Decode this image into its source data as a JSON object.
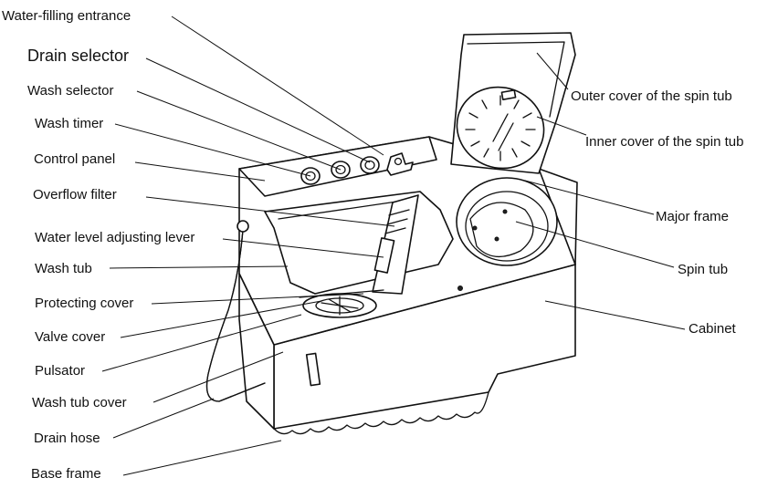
{
  "labels": {
    "water_filling_entrance": "Water-filling entrance",
    "drain_selector": "Drain selector",
    "wash_selector": "Wash selector",
    "wash_timer": "Wash timer",
    "control_panel": "Control panel",
    "overflow_filter": "Overflow filter",
    "water_level_lever": "Water level adjusting lever",
    "wash_tub": "Wash tub",
    "protecting_cover": "Protecting cover",
    "valve_cover": "Valve cover",
    "pulsator": "Pulsator",
    "wash_tub_cover": "Wash tub cover",
    "drain_hose": "Drain hose",
    "base_frame": "Base frame",
    "outer_cover_spin_tub": "Outer cover of the spin tub",
    "inner_cover_spin_tub": "Inner cover of the spin tub",
    "major_frame": "Major frame",
    "spin_tub": "Spin tub",
    "cabinet": "Cabinet"
  }
}
